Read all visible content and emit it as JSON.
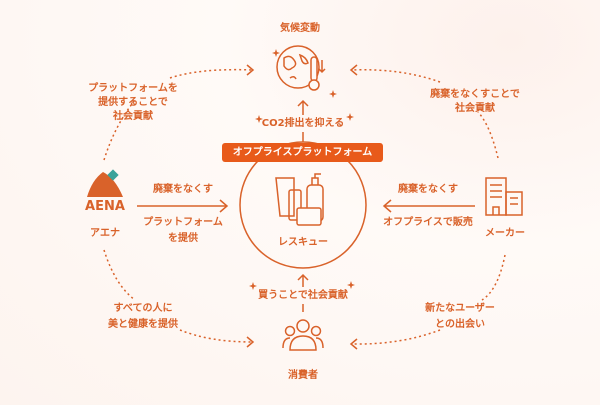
{
  "colors": {
    "accent": "#d9622a",
    "banner": "#e85a1a"
  },
  "top": {
    "title": "気候変動",
    "icon": "globe-thermometer-icon"
  },
  "co2_label": "CO2排出を抑える",
  "banner": "オフプライスプラットフォーム",
  "center": {
    "label": "レスキュー",
    "icon": "cosmetics-products-icon"
  },
  "bottom": {
    "label": "消費者",
    "icon": "people-icon",
    "arrow_label": "買うことで社会貢献"
  },
  "left": {
    "logo_text": "AENA",
    "label": "アエナ",
    "arrow_top": "廃棄をなくす",
    "arrow_bottom_1": "プラットフォーム",
    "arrow_bottom_2": "を提供"
  },
  "right": {
    "label": "メーカー",
    "icon": "building-icon",
    "arrow_top": "廃棄をなくす",
    "arrow_bottom": "オフプライスで販売"
  },
  "loops": {
    "top_left": [
      "プラットフォームを",
      "提供することで",
      "社会貢献"
    ],
    "top_right": [
      "廃棄をなくすことで",
      "社会貢献"
    ],
    "bottom_left": [
      "すべての人に",
      "美と健康を提供"
    ],
    "bottom_right": [
      "新たなユーザー",
      "との出会い"
    ]
  }
}
